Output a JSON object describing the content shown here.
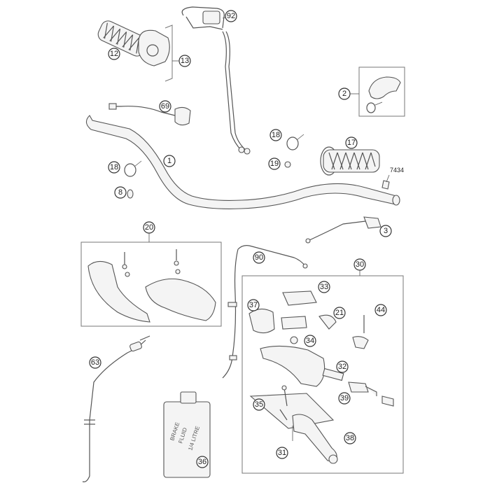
{
  "callouts": {
    "c92": "92",
    "c12": "12",
    "c13": "13",
    "c2": "2",
    "c69": "69",
    "c18a": "18",
    "c17": "17",
    "c18b": "18",
    "c1": "1",
    "c19": "19",
    "c8": "8",
    "c3": "3",
    "c20": "20",
    "c90": "90",
    "c30": "30",
    "c33": "33",
    "c37": "37",
    "c21": "21",
    "c44": "44",
    "c34": "34",
    "c63": "63",
    "c32": "32",
    "c39": "39",
    "c35": "35",
    "c38": "38",
    "c31": "31",
    "c36": "36"
  },
  "labels": {
    "code_7434": "7434",
    "bottle_line1": "BRAKE",
    "bottle_line2": "FLUID",
    "bottle_line3": "1/4 LITRE"
  }
}
